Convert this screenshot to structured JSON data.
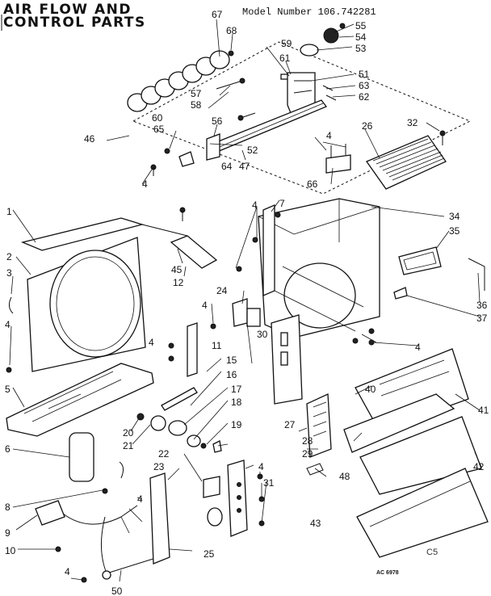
{
  "header": {
    "title_line1": "AIR FLOW AND",
    "title_line2": "CONTROL PARTS",
    "model_number": "Model Number 106.742281"
  },
  "footer": {
    "stamp": "AC 6978",
    "corner_mark": "C5"
  },
  "callouts": [
    "1",
    "2",
    "3",
    "4",
    "5",
    "6",
    "7",
    "8",
    "9",
    "10",
    "11",
    "12",
    "15",
    "16",
    "17",
    "18",
    "19",
    "20",
    "21",
    "22",
    "23",
    "24",
    "25",
    "26",
    "27",
    "28",
    "29",
    "30",
    "31",
    "32",
    "34",
    "35",
    "36",
    "37",
    "40",
    "41",
    "42",
    "43",
    "45",
    "46",
    "47",
    "48",
    "50",
    "51",
    "52",
    "53",
    "54",
    "55",
    "56",
    "57",
    "58",
    "59",
    "60",
    "61",
    "62",
    "63",
    "64",
    "65",
    "66",
    "67",
    "68"
  ]
}
